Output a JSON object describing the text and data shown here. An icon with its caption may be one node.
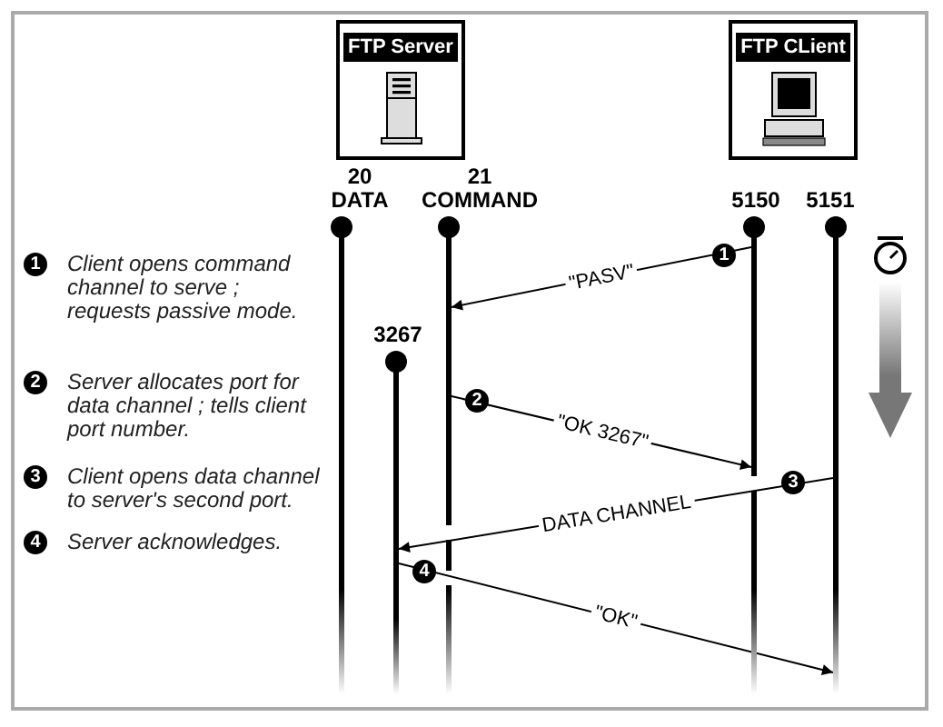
{
  "diagram": {
    "nodes": [
      {
        "text": [
          "FTP Server"
        ]
      },
      {
        "text": [
          "FTP CLient"
        ]
      },
      {
        "text": [],
        "shape": "bar",
        "beside": [
          "20",
          "DATA"
        ]
      },
      {
        "text": [],
        "shape": "bar",
        "beside": [
          "21",
          "COMMAND"
        ]
      },
      {
        "text": [],
        "shape": "bar",
        "beside": [
          "5150"
        ]
      },
      {
        "text": [],
        "shape": "bar",
        "beside": [
          "5151"
        ]
      },
      {
        "text": [],
        "shape": "bar",
        "beside": [
          "3267"
        ]
      }
    ],
    "edges": [
      {
        "from": 4,
        "to": 3,
        "arrow": "to",
        "label": "\"PASV\""
      },
      {
        "from": 3,
        "to": 4,
        "arrow": "to",
        "label": "\"OK 3267\""
      },
      {
        "from": 5,
        "to": 6,
        "arrow": "to",
        "label": "DATA CHANNEL"
      },
      {
        "from": 6,
        "to": 5,
        "arrow": "to",
        "label": "\"OK\""
      }
    ],
    "labels": [
      "1",
      "Client opens command channel to serve ; requests passive mode.",
      "2",
      "Server allocates port for data channel ; tells client port number.",
      "3",
      "Client opens data channel to server's second port.",
      "4",
      "Server acknowledges.",
      "1",
      "2",
      "3",
      "4"
    ]
  }
}
